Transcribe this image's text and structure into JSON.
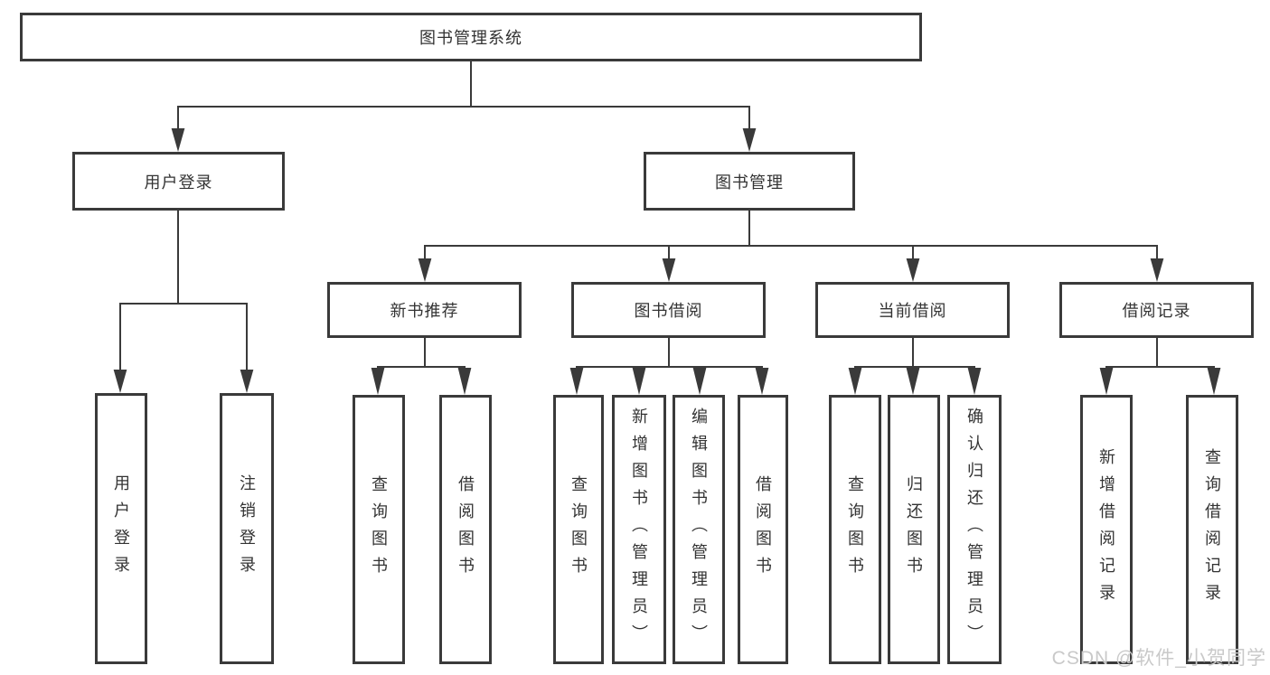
{
  "diagram": {
    "root": {
      "label": "图书管理系统"
    },
    "branches": [
      {
        "label": "用户登录",
        "children": [
          "用户登录",
          "注销登录"
        ]
      },
      {
        "label": "图书管理",
        "groups": [
          {
            "label": "新书推荐",
            "children": [
              "查询图书",
              "借阅图书"
            ]
          },
          {
            "label": "图书借阅",
            "children": [
              "查询图书",
              "新增图书（管理员）",
              "编辑图书（管理员）",
              "借阅图书"
            ]
          },
          {
            "label": "当前借阅",
            "children": [
              "查询图书",
              "归还图书",
              "确认归还（管理员）"
            ]
          },
          {
            "label": "借阅记录",
            "children": [
              "新增借阅记录",
              "查询借阅记录"
            ]
          }
        ]
      }
    ],
    "watermark": "CSDN @软件_小贺同学",
    "colors": {
      "line": "#3a3a3a",
      "text": "#333333",
      "background": "#ffffff",
      "watermark": "#c9c9c9"
    }
  }
}
